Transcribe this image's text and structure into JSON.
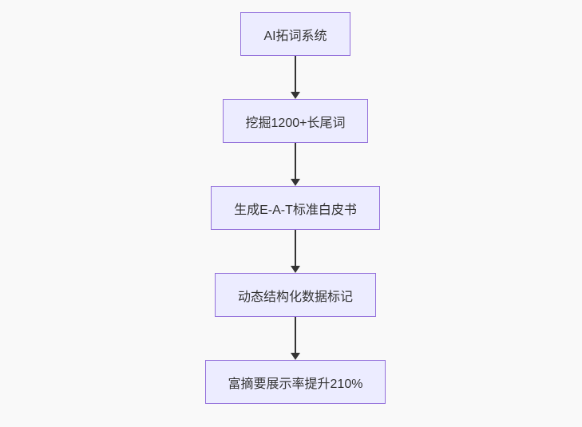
{
  "diagram": {
    "type": "flowchart",
    "direction": "top-down",
    "colors": {
      "background": "#f9f9f9",
      "node_fill": "#ECECFF",
      "node_border": "#9370DB",
      "arrow": "#333333",
      "text": "#333333"
    },
    "nodes": [
      {
        "id": "step-1",
        "label": "AI拓词系统"
      },
      {
        "id": "step-2",
        "label": "挖掘1200+长尾词"
      },
      {
        "id": "step-3",
        "label": "生成E-A-T标准白皮书"
      },
      {
        "id": "step-4",
        "label": "动态结构化数据标记"
      },
      {
        "id": "step-5",
        "label": "富摘要展示率提升210%"
      }
    ],
    "edges": [
      {
        "from": "step-1",
        "to": "step-2"
      },
      {
        "from": "step-2",
        "to": "step-3"
      },
      {
        "from": "step-3",
        "to": "step-4"
      },
      {
        "from": "step-4",
        "to": "step-5"
      }
    ]
  }
}
